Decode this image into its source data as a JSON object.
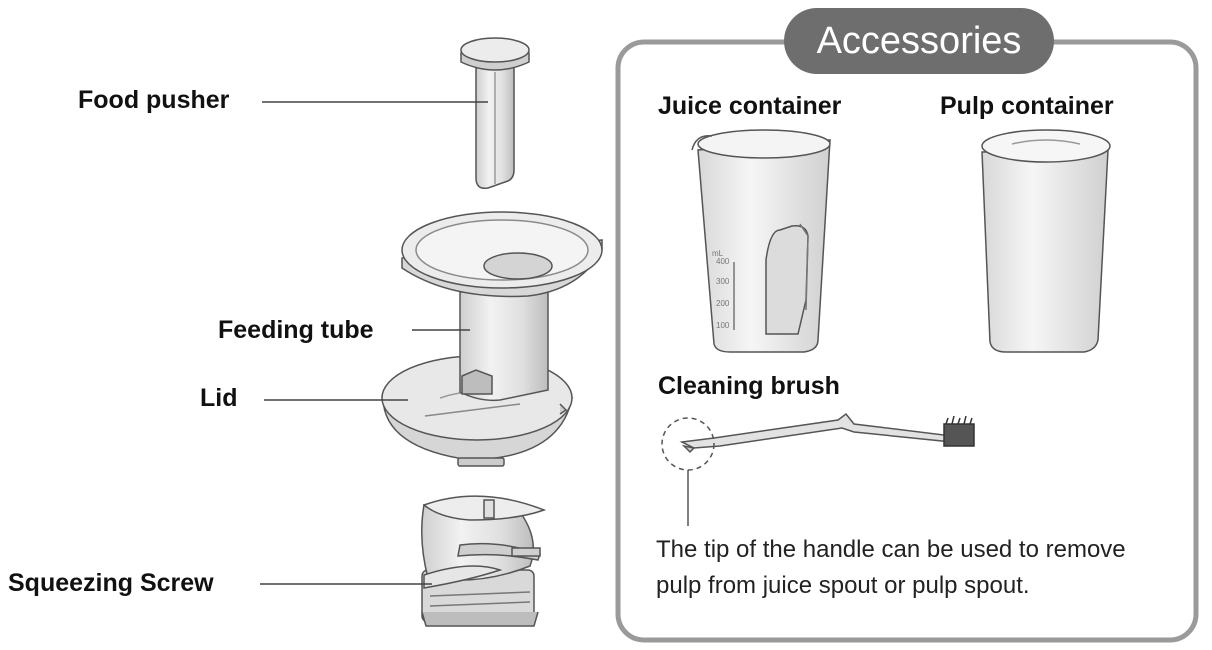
{
  "parts": {
    "food_pusher": "Food pusher",
    "feeding_tube": "Feeding tube",
    "lid": "Lid",
    "squeezing_screw": "Squeezing Screw"
  },
  "accessories": {
    "title": "Accessories",
    "juice_container": "Juice container",
    "pulp_container": "Pulp container",
    "cleaning_brush": "Cleaning brush",
    "note_line1": "The tip of the handle can be used to remove",
    "note_line2": "pulp from juice spout or pulp spout.",
    "scale_unit": "mL",
    "scale_marks": [
      "400",
      "300",
      "200",
      "100"
    ]
  },
  "colors": {
    "frame": "#9a9a9a",
    "pill": "#6e6e6e",
    "part_fill": "#e6e6e6",
    "part_stroke": "#555555"
  }
}
